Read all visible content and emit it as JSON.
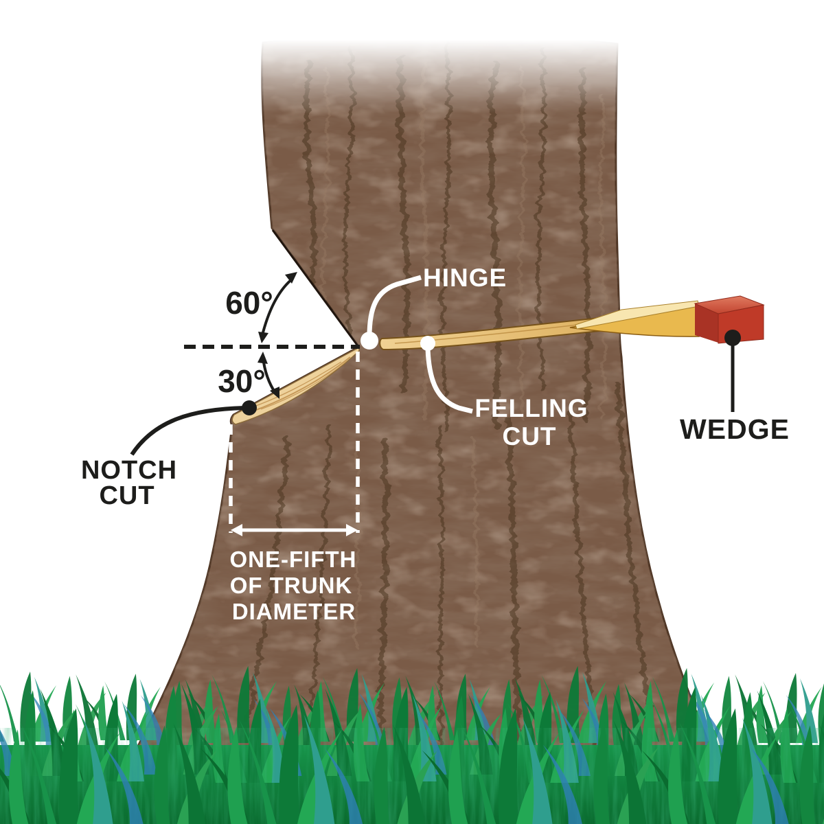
{
  "figure": {
    "description": "Tree felling cut diagram",
    "background": "#ffffff"
  },
  "annotations": {
    "angle_top": {
      "label": "60°"
    },
    "angle_bottom": {
      "label": "30°"
    },
    "hinge": {
      "label": "HINGE"
    },
    "felling_cut": {
      "lines": [
        "FELLING",
        "CUT"
      ]
    },
    "notch_cut": {
      "lines": [
        "NOTCH",
        "CUT"
      ]
    },
    "wedge": {
      "label": "WEDGE"
    },
    "one_fifth": {
      "lines": [
        "ONE-FIFTH",
        "OF TRUNK",
        "DIAMETER"
      ]
    }
  },
  "colors": {
    "bark": "#7a5b47",
    "bark_outline": "#4e3524",
    "wood_face": "#eed29c",
    "wood_grain": "#c0904e",
    "felling_strip": "#e8c077",
    "wedge_yellow": "#e9b94e",
    "wedge_top": "#f8e6b0",
    "wedge_red": "#bf3a28",
    "wedge_red_top": "#d96a4f",
    "label_dark": "#1d1d1b",
    "label_light": "#ffffff",
    "grass_base": "#0d8a3c",
    "grass_dark": "#0a6b2f",
    "grass_teal": "#2f9e8e"
  }
}
